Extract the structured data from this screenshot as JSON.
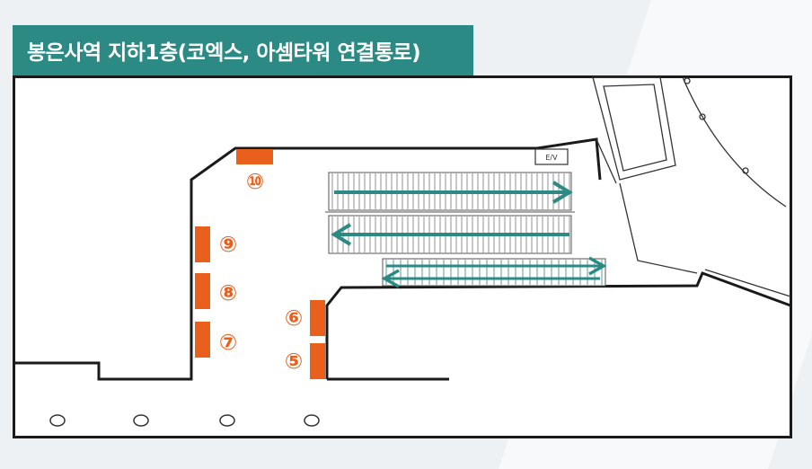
{
  "title": "봉은사역 지하1층(코엑스, 아셈타워 연결통로)",
  "colors": {
    "title_bg": "#2b8a84",
    "exit_marker": "#e8601c",
    "escalator_arrow": "#2b8a84",
    "wall": "#1a1a1a"
  },
  "elevator_label": "E/V",
  "exits": [
    {
      "number": "⑩",
      "label": "exit-10"
    },
    {
      "number": "⑨",
      "label": "exit-9"
    },
    {
      "number": "⑧",
      "label": "exit-8"
    },
    {
      "number": "⑦",
      "label": "exit-7"
    },
    {
      "number": "⑥",
      "label": "exit-6"
    },
    {
      "number": "⑤",
      "label": "exit-5"
    }
  ],
  "escalators": [
    {
      "name": "escalator-upper",
      "direction": "right"
    },
    {
      "name": "escalator-middle",
      "direction": "left"
    },
    {
      "name": "escalator-lower",
      "direction": "both"
    }
  ]
}
